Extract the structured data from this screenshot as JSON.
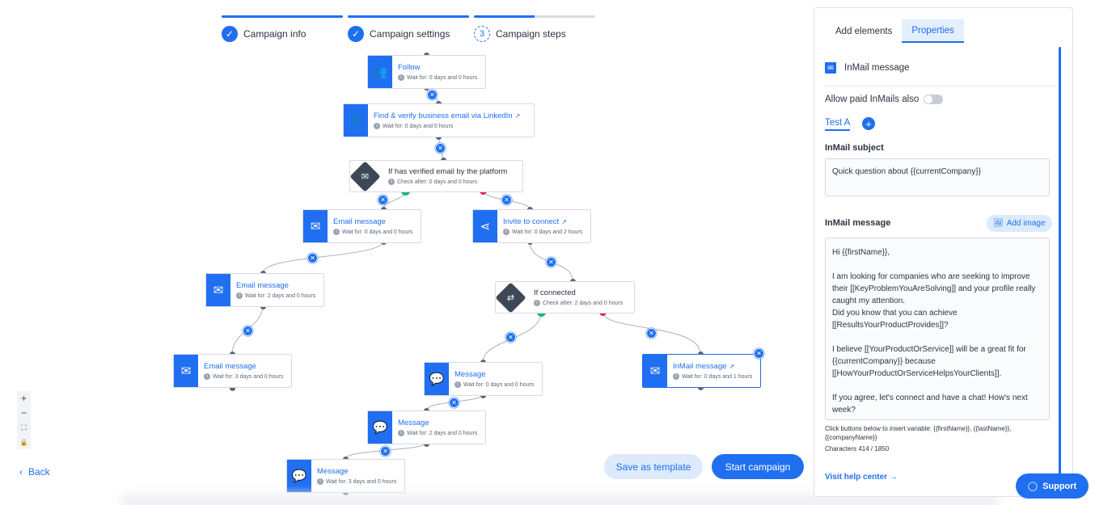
{
  "stepper": [
    {
      "label": "Campaign info",
      "state": "done",
      "icon": "check-icon"
    },
    {
      "label": "Campaign settings",
      "state": "done",
      "icon": "check-icon"
    },
    {
      "label": "Campaign steps",
      "state": "current",
      "number": "3"
    }
  ],
  "nodes": {
    "follow": {
      "title": "Follow",
      "sub": "Wait for: 0 days and 0 hours"
    },
    "verify": {
      "title": "Find & verify business email via LinkedIn",
      "sub": "Wait for: 0 days and 0 hours"
    },
    "cond_email": {
      "title": "If has verified email by the platform",
      "sub": "Check after: 0 days and 0 hours"
    },
    "email1": {
      "title": "Email message",
      "sub": "Wait for: 0 days and 0 hours"
    },
    "invite": {
      "title": "Invite to connect",
      "sub": "Wait for: 0 days and 2 hours"
    },
    "email2": {
      "title": "Email message",
      "sub": "Wait for: 2 days and 0 hours"
    },
    "cond_connected": {
      "title": "If connected",
      "sub": "Check after: 2 days and 0 hours"
    },
    "email3": {
      "title": "Email message",
      "sub": "Wait for: 3 days and 0 hours"
    },
    "msg1": {
      "title": "Message",
      "sub": "Wait for: 0 days and 0 hours"
    },
    "inmail": {
      "title": "InMail message",
      "sub": "Wait for: 0 days and 1 hours"
    },
    "msg2": {
      "title": "Message",
      "sub": "Wait for: 2 days and 0 hours"
    },
    "msg3": {
      "title": "Message",
      "sub": "Wait for: 3 days and 0 hours"
    }
  },
  "zoom": {
    "in": "+",
    "out": "−",
    "fit": "⛶",
    "lock": "🔒"
  },
  "nav": {
    "back": "Back"
  },
  "actions": {
    "save_template": "Save as template",
    "start": "Start campaign"
  },
  "panel": {
    "tabs": [
      "Add elements",
      "Properties"
    ],
    "active_tab": "Properties",
    "header": "InMail message",
    "paid_label": "Allow paid InMails also",
    "paid_enabled": false,
    "test_tab": "Test A",
    "subject_label": "InMail subject",
    "subject_value": "Quick question about {{currentCompany}}",
    "message_label": "InMail message",
    "add_image": "Add image",
    "message_value": "Hi {{firstName}},\n\nI am looking for companies who are seeking to improve their [[KeyProblemYouAreSolving]] and your profile really caught my attention.\nDid you know that you can achieve [[ResultsYourProductProvides]]?\n\nI believe [[YourProductOrService]] will be a great fit for {{currentCompany}} because [[HowYourProductOrServiceHelpsYourClients]].\n\nIf you agree, let's connect and have a chat! How's next week?",
    "hint": "Click buttons below to insert variable: {{firstName}}, {{lastName}}, {{companyName}}",
    "count": "Characters 414 / 1850",
    "help": "Visit help center →"
  },
  "support": "Support",
  "colors": {
    "accent": "#1f6ff0",
    "success": "#1fb36b",
    "danger": "#e3245b",
    "node_dark": "#3e4756"
  }
}
